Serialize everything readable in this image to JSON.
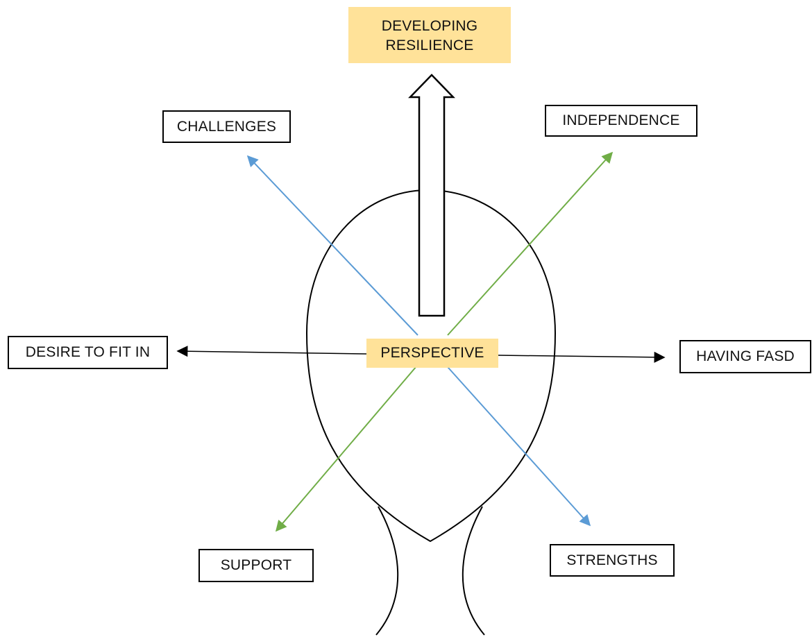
{
  "diagram": {
    "title": "DEVELOPING RESILIENCE",
    "center": "PERSPECTIVE",
    "factors": {
      "challenges": "CHALLENGES",
      "independence": "INDEPENDENCE",
      "desire_to_fit_in": "DESIRE TO FIT IN",
      "having_fasd": "HAVING FASD",
      "support": "SUPPORT",
      "strengths": "STRENGTHS"
    }
  },
  "colors": {
    "highlight": "#ffe299",
    "blue_arrow": "#5b9bd5",
    "green_arrow": "#70ad47",
    "black_arrow": "#000000"
  },
  "icons": {
    "head": "head-outline",
    "up_arrow": "hollow-up-arrow"
  }
}
